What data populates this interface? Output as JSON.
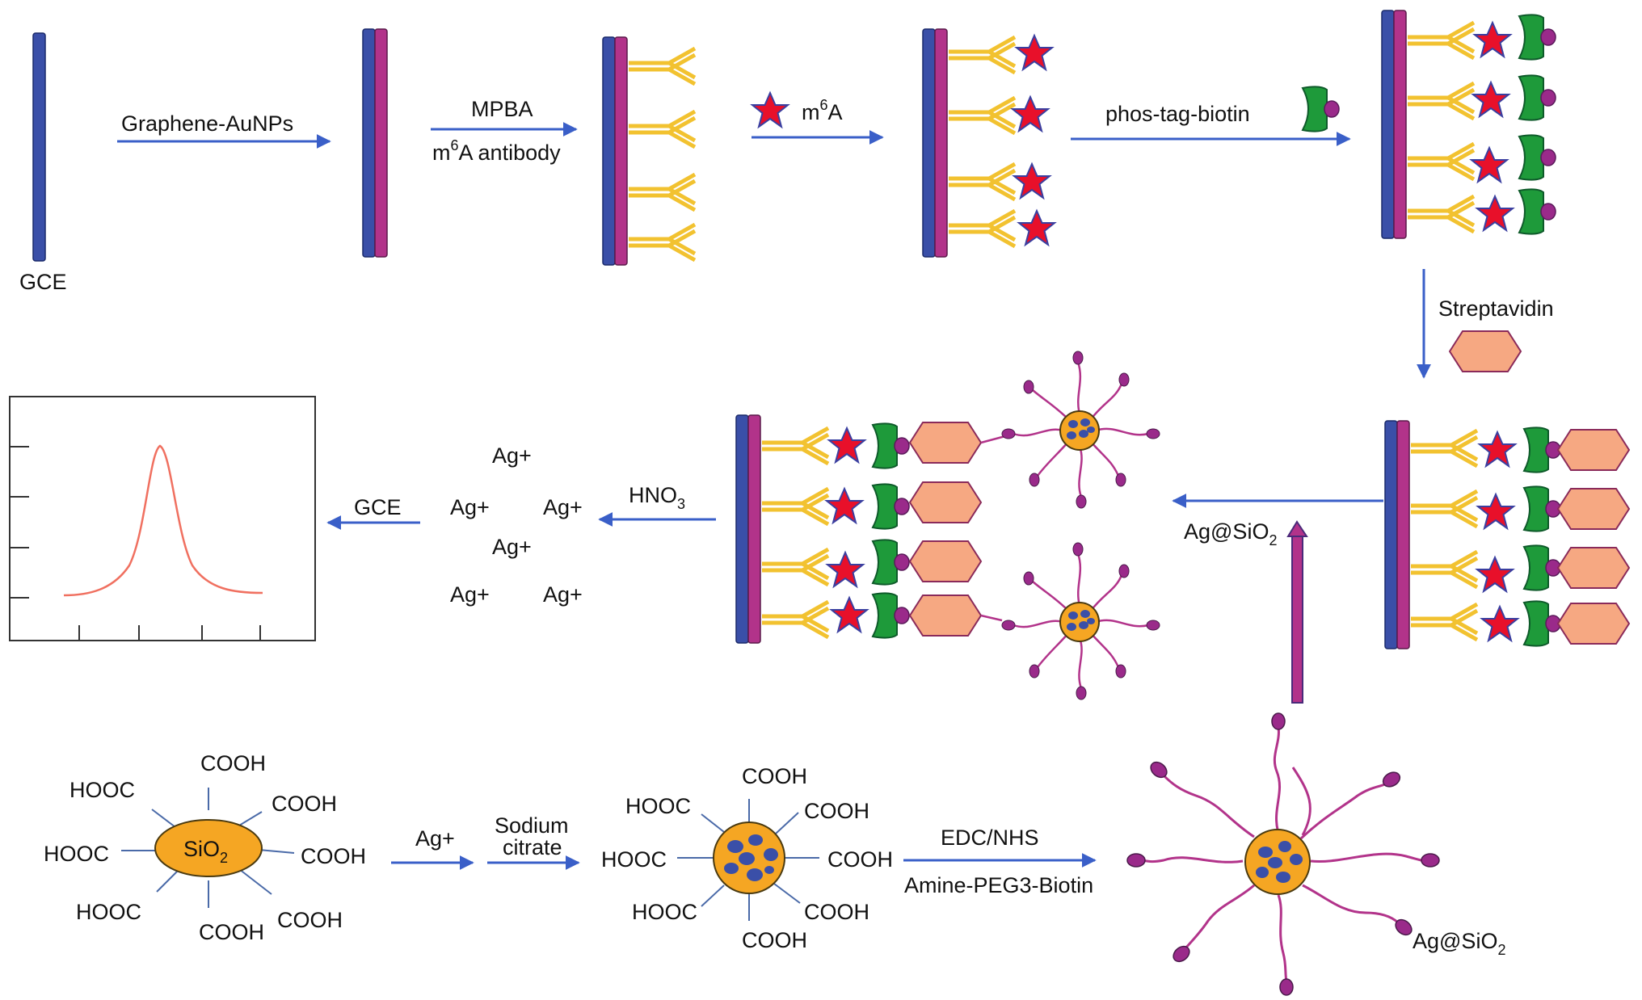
{
  "labels": {
    "gce_electrode": "GCE",
    "graphene_aunps": "Graphene-AuNPs",
    "mpba": "MPBA",
    "m6a_antibody_m": "m",
    "m6a_antibody_sup": "6",
    "m6a_antibody_rest": "A antibody",
    "m6a_m": "m",
    "m6a_sup": "6",
    "m6a_rest": "A",
    "phos_tag_biotin": "phos-tag-biotin",
    "streptavidin": "Streptavidin",
    "ag_sio2_mid_main": "Ag@SiO",
    "ag_sio2_mid_sub": "2",
    "hno3_main": "HNO",
    "hno3_sub": "3",
    "ag_plus": "Ag+",
    "gce_arrow": "GCE",
    "sio2_main": "SiO",
    "sio2_sub": "2",
    "cooh": "COOH",
    "hooc": "HOOC",
    "ag_plus_step": "Ag+",
    "sodium": "Sodium",
    "citrate": "citrate",
    "edc_nhs": "EDC/NHS",
    "amine_peg3_biotin": "Amine-PEG3-Biotin",
    "ag_sio2_bottom_main": "Ag@SiO",
    "ag_sio2_bottom_sub": "2"
  },
  "colors": {
    "electrode_blue": "#3a4fa8",
    "electrode_magenta": "#b2338a",
    "antibody_yellow": "#f2c230",
    "star_red": "#e8102a",
    "phos_green": "#1e9a3a",
    "biotin_purple": "#9a2a8a",
    "streptavidin_orange": "#f6a882",
    "sio2_orange": "#f5a623",
    "ag_dot_blue": "#3a4fa8",
    "arrow_blue": "#3a5fc8",
    "peak_red": "#f07060"
  }
}
